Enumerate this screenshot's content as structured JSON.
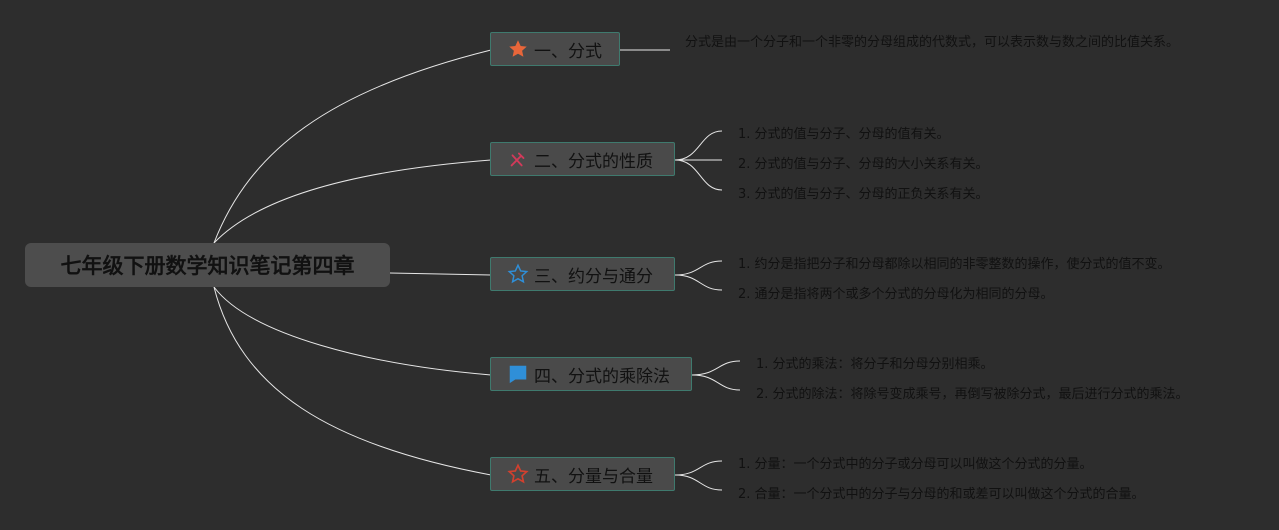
{
  "root": {
    "title": "七年级下册数学知识笔记第四章"
  },
  "topics": [
    {
      "label": "一、分式",
      "icon": "star-filled-icon",
      "icon_color": "#e8663a",
      "children": [
        "分式是由一个分子和一个非零的分母组成的代数式，可以表示数与数之间的比值关系。"
      ]
    },
    {
      "label": "二、分式的性质",
      "icon": "tools-icon",
      "icon_color": "#d23a5a",
      "children": [
        "1. 分式的值与分子、分母的值有关。",
        "2. 分式的值与分子、分母的大小关系有关。",
        "3. 分式的值与分子、分母的正负关系有关。"
      ]
    },
    {
      "label": "三、约分与通分",
      "icon": "star-outline-icon",
      "icon_color": "#2f8fd8",
      "children": [
        "1. 约分是指把分子和分母都除以相同的非零整数的操作，使分式的值不变。",
        "2. 通分是指将两个或多个分式的分母化为相同的分母。"
      ]
    },
    {
      "label": "四、分式的乘除法",
      "icon": "flag-icon",
      "icon_color": "#2f8fd8",
      "children": [
        "1. 分式的乘法：将分子和分母分别相乘。",
        "2. 分式的除法：将除号变成乘号，再倒写被除分式，最后进行分式的乘法。"
      ]
    },
    {
      "label": "五、分量与合量",
      "icon": "star-outline-icon",
      "icon_color": "#d2402e",
      "children": [
        "1. 分量：一个分式中的分子或分母可以叫做这个分式的分量。",
        "2. 合量：一个分式中的分子与分母的和或差可以叫做这个分式的合量。"
      ]
    }
  ],
  "colors": {
    "background": "#2d2d2d",
    "node_fill": "#4a4a4a",
    "node_border": "#3f7a6e",
    "line": "#e6e6e6"
  }
}
